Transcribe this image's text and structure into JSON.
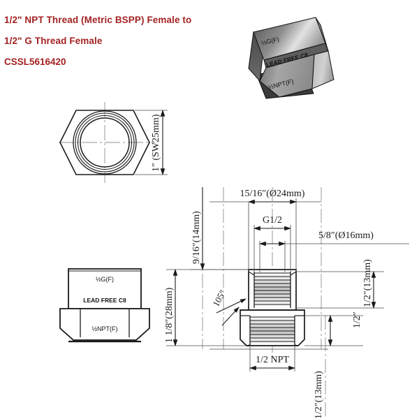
{
  "header": {
    "title_line_1": "1/2\" NPT Thread (Metric BSPP) Female to",
    "title_line_2": "1/2\" G Thread Female",
    "part_number": "CSSL5616420",
    "title_color": "#a32222"
  },
  "product_render": {
    "name": "isometric-fitting-render",
    "marking_top": "½G(F)",
    "marking_middle": "LEAD FREE C8",
    "marking_bottom": "½NPT(F)",
    "body_color_dark": "#4f4f4f",
    "body_color_mid": "#9a9a9a",
    "body_color_light": "#c8c8c8"
  },
  "views": {
    "top_hex_view": {
      "name": "end-hex-view",
      "dimension_label": "1″ (SW25mm)"
    },
    "side_hex_view": {
      "name": "side-elevation-view",
      "marking_top": "½G(F)",
      "marking_middle": "LEAD FREE C8",
      "marking_bottom": "½NPT(F)"
    },
    "section_view": {
      "name": "cross-section-view",
      "dimensions": {
        "across_flats_top": "15/16″(Ø24mm)",
        "thread_g": "G1/2",
        "bore": "5/8″(Ø16mm)",
        "height_upper": "9/16″(14mm)",
        "height_total": "1 1/8″(28mm)",
        "chamfer_angle": "105°",
        "right_upper": "1/2″(13mm)",
        "right_lower_short": "1/2″",
        "right_lower": "1/2″(13mm)",
        "bottom_thread": "1/2 NPT"
      }
    }
  },
  "colors": {
    "line": "#1a1a1a",
    "centerline": "#808080",
    "background": "#ffffff"
  }
}
